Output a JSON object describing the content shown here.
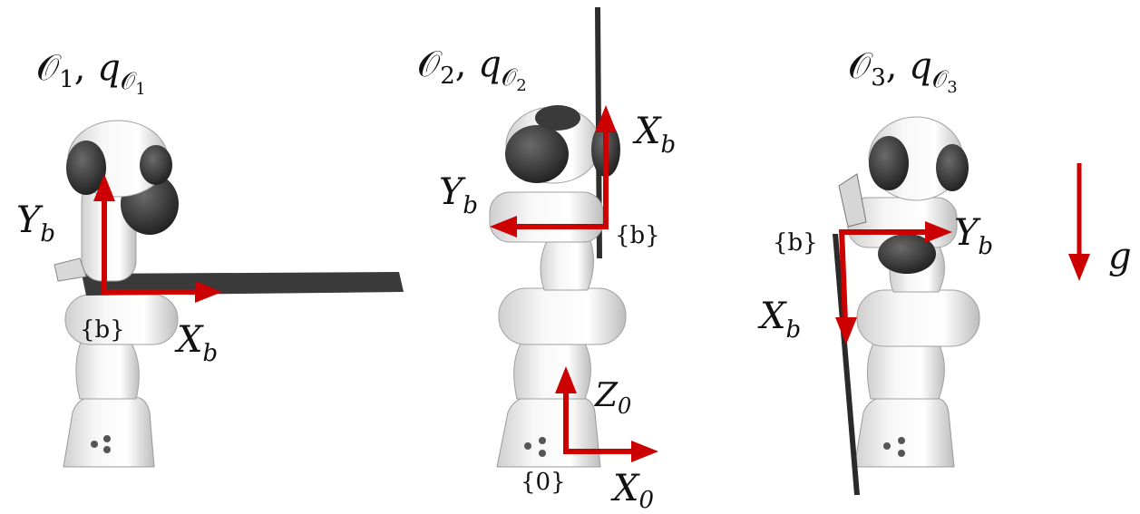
{
  "colors": {
    "arrow": "#cc0000",
    "robot_light": "#ededed",
    "robot_mid": "#c8c8c8",
    "robot_dark": "#2f2f2f",
    "object": "#3a3a3a"
  },
  "panels": [
    {
      "title_symbol": "𝒪",
      "title_index": "1",
      "title_q": "q",
      "title_q_sub": "𝒪",
      "title_q_subsub": "1",
      "frame_name": "{b}",
      "axis_1": {
        "symbol": "Y",
        "sub": "b"
      },
      "axis_2": {
        "symbol": "X",
        "sub": "b"
      }
    },
    {
      "title_symbol": "𝒪",
      "title_index": "2",
      "title_q": "q",
      "title_q_sub": "𝒪",
      "title_q_subsub": "2",
      "frame_name": "{b}",
      "axis_1": {
        "symbol": "X",
        "sub": "b"
      },
      "axis_2": {
        "symbol": "Y",
        "sub": "b"
      },
      "base_frame_name": "{0}",
      "base_axis_1": {
        "symbol": "Z",
        "sub": "0"
      },
      "base_axis_2": {
        "symbol": "X",
        "sub": "0"
      }
    },
    {
      "title_symbol": "𝒪",
      "title_index": "3",
      "title_q": "q",
      "title_q_sub": "𝒪",
      "title_q_subsub": "3",
      "frame_name": "{b}",
      "axis_1": {
        "symbol": "Y",
        "sub": "b"
      },
      "axis_2": {
        "symbol": "X",
        "sub": "b"
      }
    }
  ],
  "gravity": {
    "symbol": "g"
  }
}
